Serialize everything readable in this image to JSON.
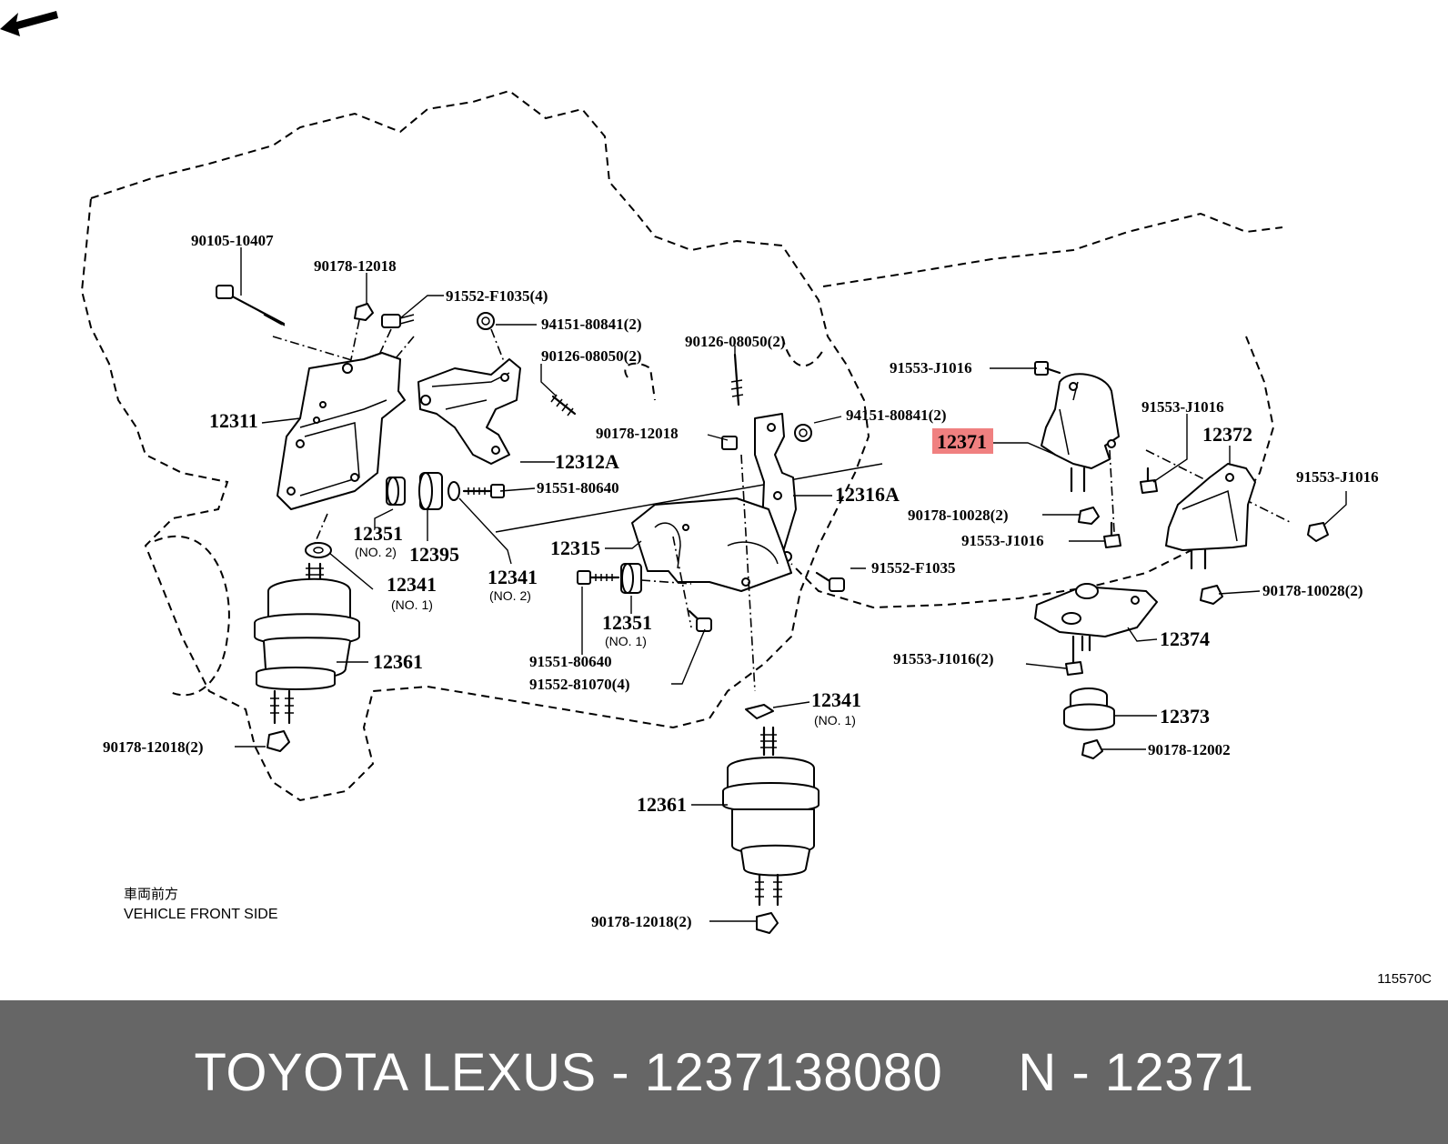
{
  "diagram": {
    "callouts": {
      "c_90105_10407": "90105-10407",
      "c_90178_12018_top": "90178-12018",
      "c_91552_F1035_4": "91552-F1035(4)",
      "c_94151_80841_2_a": "94151-80841(2)",
      "c_90126_08050_2_a": "90126-08050(2)",
      "c_12311": "12311",
      "c_12312A": "12312A",
      "c_91551_80640_a": "91551-80640",
      "c_12351_a": "12351",
      "c_no2_a": "(NO. 2)",
      "c_12395": "12395",
      "c_12341_no2": "12341",
      "c_no2_b": "(NO. 2)",
      "c_12341_no1_a": "12341",
      "c_no1_a": "(NO. 1)",
      "c_12361_a": "12361",
      "c_90178_12018_2_a": "90178-12018(2)",
      "c_90126_08050_2_b": "90126-08050(2)",
      "c_90178_12018_mid": "90178-12018",
      "c_94151_80841_2_b": "94151-80841(2)",
      "c_12316A": "12316A",
      "c_12315": "12315",
      "c_91552_F1035": "91552-F1035",
      "c_12351_b": "12351",
      "c_no1_b": "(NO. 1)",
      "c_91551_80640_b": "91551-80640",
      "c_91552_81070_4": "91552-81070(4)",
      "c_12341_no1_b": "12341",
      "c_no1_c": "(NO. 1)",
      "c_12361_b": "12361",
      "c_90178_12018_2_b": "90178-12018(2)",
      "c_91553_J1016_a": "91553-J1016",
      "c_12371": "12371",
      "c_90178_10028_2_a": "90178-10028(2)",
      "c_91553_J1016_b": "91553-J1016",
      "c_91553_J1016_c": "91553-J1016",
      "c_12372": "12372",
      "c_91553_J1016_d": "91553-J1016",
      "c_90178_10028_2_b": "90178-10028(2)",
      "c_12374": "12374",
      "c_91553_J1016_2": "91553-J1016(2)",
      "c_12373": "12373",
      "c_90178_12002": "90178-12002"
    },
    "highlight_color": "#f08080",
    "front_note_jp": "車両前方",
    "front_note_en": "VEHICLE FRONT SIDE",
    "diagram_id": "115570C"
  },
  "caption": {
    "text": "TOYOTA LEXUS - 1237138080     N - 12371",
    "bar_color": "#666666"
  }
}
